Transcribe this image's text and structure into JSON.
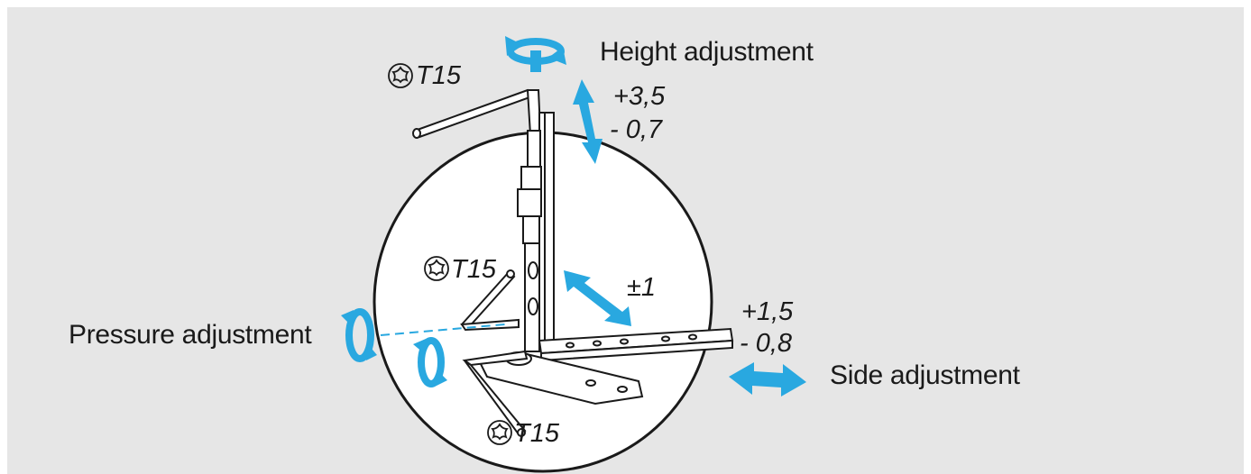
{
  "labels": {
    "height_adjustment": "Height adjustment",
    "height_plus": "+3,5",
    "height_minus": "- 0,7",
    "pressure_adjustment": "Pressure adjustment",
    "side_adjustment": "Side adjustment",
    "side_plus": "+1,5",
    "side_minus": "- 0,8",
    "tilt_value": "±1",
    "torx_top": "T15",
    "torx_middle": "T15",
    "torx_bottom": "T15"
  },
  "colors": {
    "background": "#e6e6e6",
    "accent_blue": "#29a8e0",
    "line": "#1a1a1a",
    "circle_fill": "#ffffff"
  },
  "icons": [
    "torx-icon",
    "rotate-arrow-icon",
    "double-arrow-icon"
  ]
}
